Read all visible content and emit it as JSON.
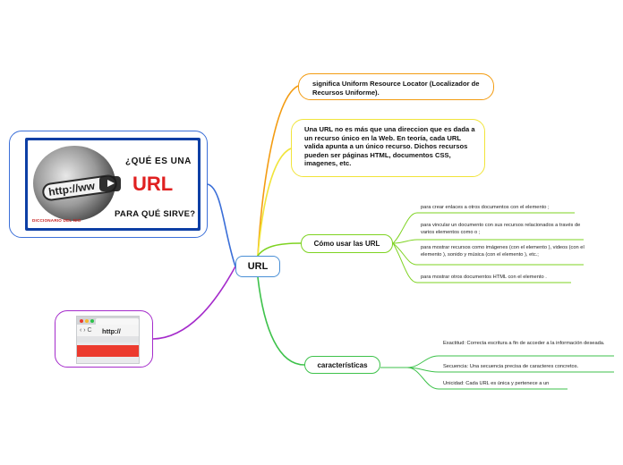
{
  "central": {
    "label": "URL"
  },
  "bubbles": {
    "significado": "significa Uniform Resource Locator (Localizador de Recursos Uniforme).",
    "definicion": "Una URL no es más que una direccion que es dada a un recurso único en la Web. En teoría, cada URL valida apunta a un único recurso. Dichos recursos pueden ser páginas HTML, documentos CSS, imagenes, etc."
  },
  "como_usar": {
    "label": "Cómo usar las URL",
    "items": [
      "para crear enlaces a otros documentos con el elemento ;",
      "para vincular un documento con sus recursos relacionados a través de varios elementos como  o ;",
      "para mostrar recursos como imágenes (con el elemento ), videos (con el elemento ), sonido y música (con el elemento ), etc.;",
      "para mostrar otros documentos HTML con el elemento ."
    ]
  },
  "caracteristicas": {
    "label": "características",
    "items": [
      "Exactitud: Correcta escritura a fin de acceder a la información deseada.",
      "Secuencia: Una secuencia precisa de caracteres concretos.",
      "Unicidad: Cada URL es única y pertenece a un"
    ]
  },
  "image1": {
    "title_top": "¿QUÉ ES UNA",
    "title_url": "URL",
    "title_bottom": "PARA QUÉ SIRVE?",
    "band_text": "http://ww",
    "footer": "DICCIONARIO DEL  NIO"
  },
  "image2": {
    "nav": "‹ › C",
    "address": "http://"
  },
  "colors": {
    "central_border": "#4a8fd6",
    "branch_orange": "#f39c12",
    "branch_yellow": "#f1e43a",
    "branch_lightgreen": "#7ed321",
    "branch_green": "#3ec24b",
    "branch_blue": "#3b6fd8",
    "branch_purple": "#a52ccb",
    "accent_red": "#e02020"
  }
}
